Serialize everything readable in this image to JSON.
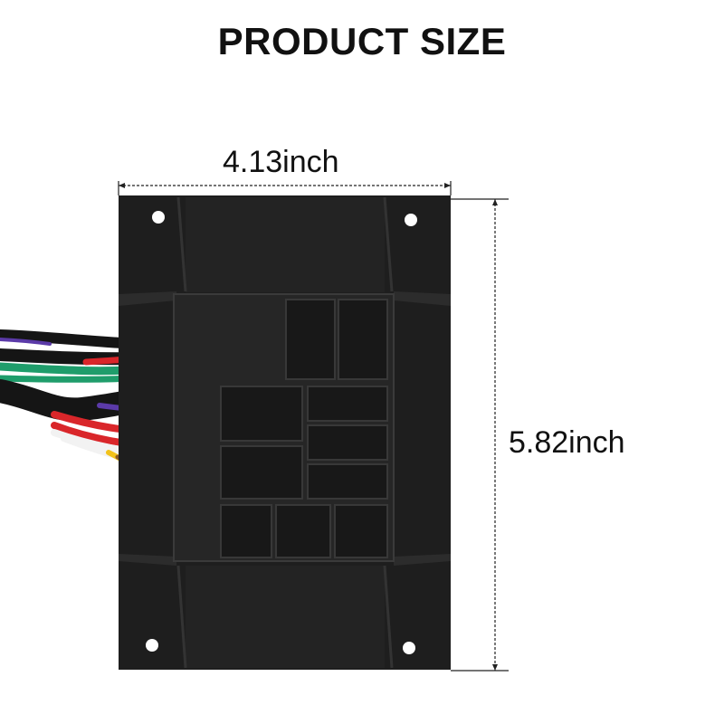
{
  "title": "PRODUCT SIZE",
  "dimensions": {
    "width_label": "4.13inch",
    "height_label": "5.82inch"
  },
  "colors": {
    "background": "#ffffff",
    "text": "#111111",
    "housing": "#1e1e1e",
    "dimension_line": "#222222",
    "wire_red": "#d9262a",
    "wire_green": "#1f9d6b",
    "wire_white": "#f2f2f2",
    "wire_yellow": "#f2c21b",
    "wire_purple": "#5b3aa8",
    "wire_black": "#151515"
  }
}
